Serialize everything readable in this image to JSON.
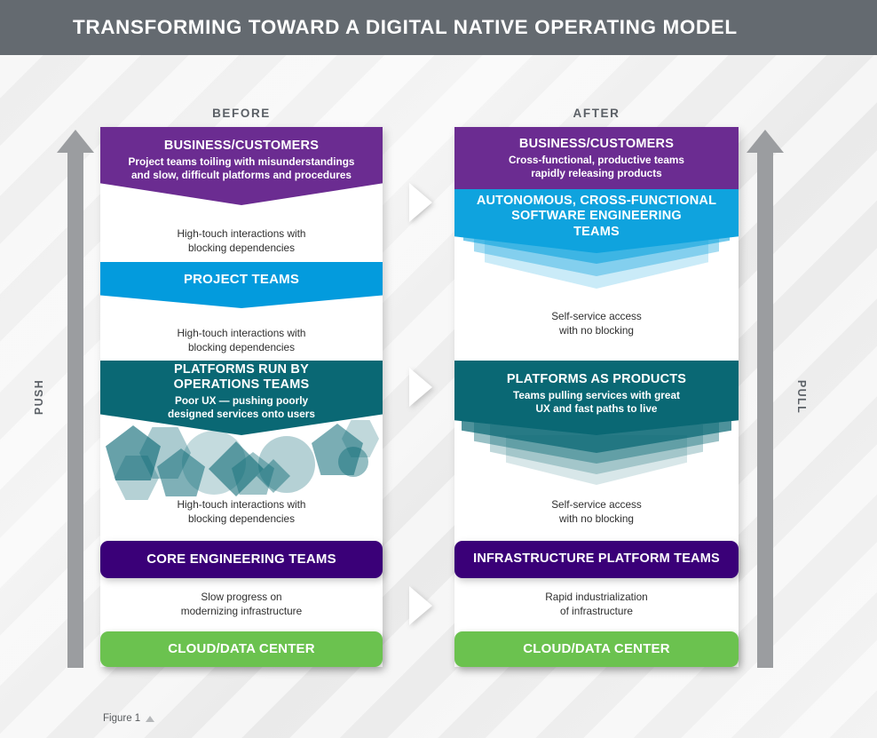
{
  "header": {
    "title": "TRANSFORMING TOWARD A DIGITAL NATIVE OPERATING MODEL"
  },
  "columns": {
    "before": {
      "heading": "BEFORE"
    },
    "after": {
      "heading": "AFTER"
    }
  },
  "side_arrows": {
    "left": {
      "label": "PUSH"
    },
    "right": {
      "label": "PULL"
    }
  },
  "before_column": {
    "blocks": [
      {
        "title": "BUSINESS/CUSTOMERS",
        "subtitle_1": "Project teams toiling with misunderstandings",
        "subtitle_2": "and slow, difficult platforms and procedures",
        "color": "#6B2C91"
      },
      {
        "title": "PROJECT TEAMS",
        "subtitle_1": "",
        "subtitle_2": "",
        "color": "#039BDD"
      },
      {
        "title_1": "PLATFORMS RUN BY",
        "title_2": "OPERATIONS TEAMS",
        "subtitle_1": "Poor UX — pushing poorly",
        "subtitle_2": "designed services onto users",
        "color": "#0A6874"
      },
      {
        "title": "CORE ENGINEERING TEAMS",
        "color": "#3A0078"
      },
      {
        "title": "CLOUD/DATA CENTER",
        "color": "#6BC24F"
      }
    ],
    "connectors": [
      {
        "line_1": "High-touch interactions with",
        "line_2": "blocking dependencies"
      },
      {
        "line_1": "High-touch interactions with",
        "line_2": "blocking dependencies"
      },
      {
        "line_1": "High-touch interactions with",
        "line_2": "blocking dependencies"
      },
      {
        "line_1": "Slow progress on",
        "line_2": "modernizing infrastructure"
      }
    ]
  },
  "after_column": {
    "blocks": [
      {
        "title": "BUSINESS/CUSTOMERS",
        "subtitle_1": "Cross-functional, productive teams",
        "subtitle_2": "rapidly releasing products",
        "color": "#6B2C91"
      },
      {
        "title_1": "AUTONOMOUS, CROSS-FUNCTIONAL",
        "title_2": "SOFTWARE ENGINEERING",
        "title_3": "TEAMS",
        "color": "#0FA3DE"
      },
      {
        "title": "PLATFORMS AS PRODUCTS",
        "subtitle_1": "Teams pulling services with great",
        "subtitle_2": "UX and fast paths to live",
        "color": "#0A6874"
      },
      {
        "title": "INFRASTRUCTURE PLATFORM TEAMS",
        "color": "#3A0078"
      },
      {
        "title": "CLOUD/DATA CENTER",
        "color": "#6BC24F"
      }
    ],
    "connectors": [
      {
        "line_1": "Self-service access",
        "line_2": "with no blocking"
      },
      {
        "line_1": "Self-service access",
        "line_2": "with no blocking"
      },
      {
        "line_1": "Rapid industrialization",
        "line_2": "of infrastructure"
      }
    ]
  },
  "figure": {
    "caption": "Figure 1"
  },
  "palette": {
    "header_bg": "#646a70",
    "purple": "#6B2C91",
    "dark_purple": "#3A0078",
    "cyan": "#039BDD",
    "teal": "#0A6874",
    "green": "#6BC24F",
    "arrow_gray": "#9b9da0",
    "background": "#f0f0f0"
  }
}
